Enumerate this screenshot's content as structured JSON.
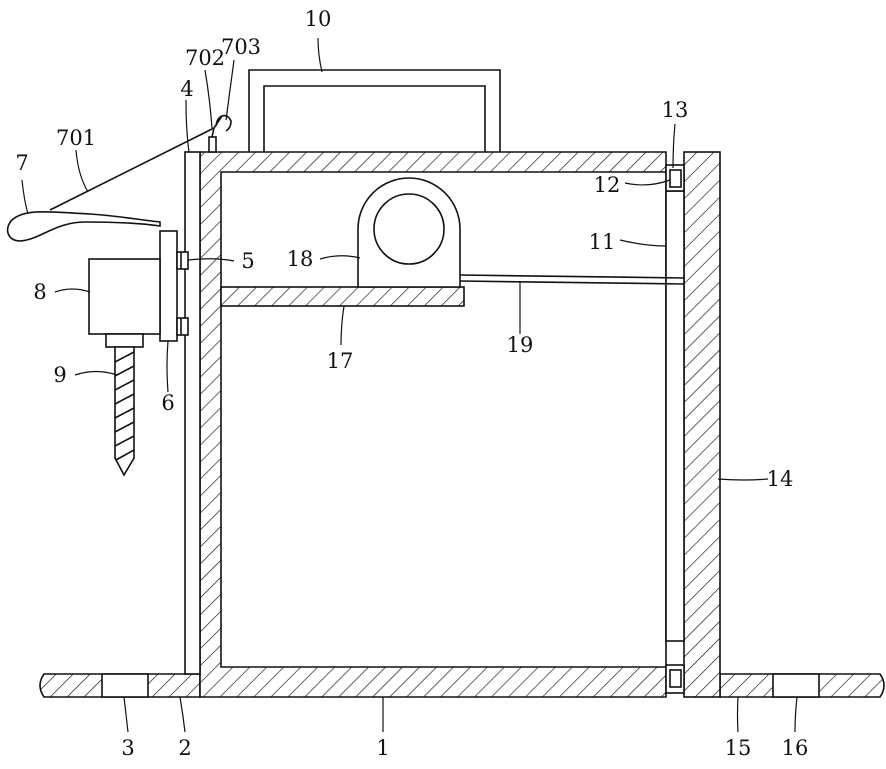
{
  "labels": {
    "l1": "1",
    "l2": "2",
    "l3": "3",
    "l4": "4",
    "l5": "5",
    "l6": "6",
    "l7": "7",
    "l701": "701",
    "l702": "702",
    "l703": "703",
    "l8": "8",
    "l9": "9",
    "l10": "10",
    "l11": "11",
    "l12": "12",
    "l13": "13",
    "l14": "14",
    "l15": "15",
    "l16": "16",
    "l17": "17",
    "l18": "18",
    "l19": "19"
  }
}
